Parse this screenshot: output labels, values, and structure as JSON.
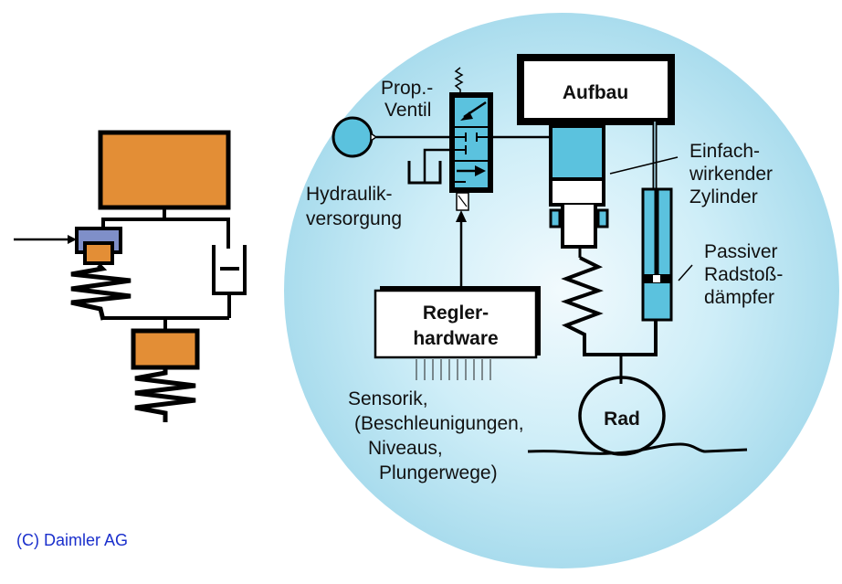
{
  "colors": {
    "mass_fill": "#e38e36",
    "actuator_fill": "#7f8fc9",
    "circle_bg": "#a9dced",
    "hydraulic_fill": "#5bc2de",
    "line": "#000000",
    "copyright": "#1a2fcc"
  },
  "left_model": {
    "components": [
      "body-mass",
      "actuator",
      "spring-upper",
      "damper",
      "wheel-mass",
      "tire-spring",
      "input-arrow"
    ]
  },
  "right_diagram": {
    "aufbau": "Aufbau",
    "valve_label": [
      "Prop.-",
      "Ventil"
    ],
    "hydraulic_label": [
      "Hydraulik-",
      "versorgung"
    ],
    "controller_label": [
      "Regler-",
      "hardware"
    ],
    "cylinder_label": [
      "Einfach-",
      "wirkender",
      "Zylinder"
    ],
    "damper_label": [
      "Passiver",
      "Radstoß-",
      "dämpfer"
    ],
    "sensor_label": [
      "Sensorik,",
      "(Beschleunigungen,",
      "Niveaus,",
      "Plungerwege)"
    ],
    "wheel_label": "Rad",
    "sensor_line_count": 10
  },
  "copyright": "(C) Daimler AG"
}
